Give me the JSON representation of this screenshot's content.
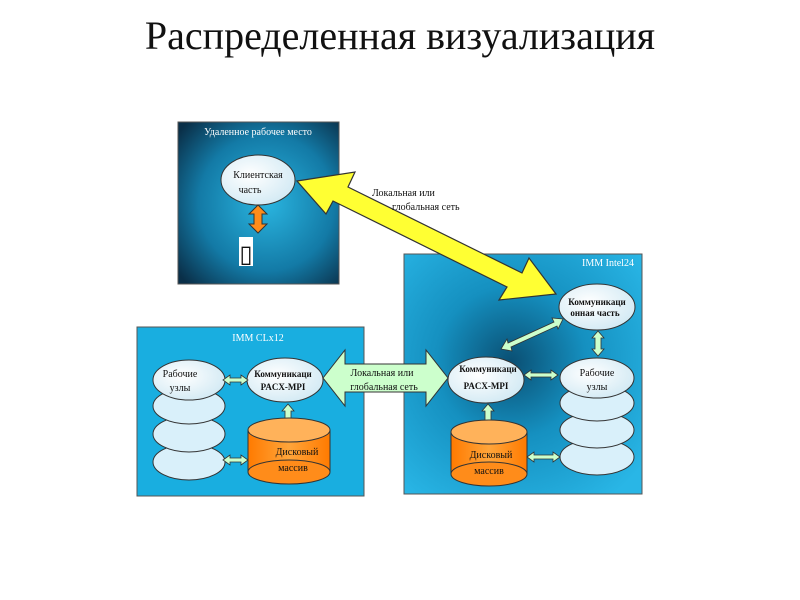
{
  "title": "Распределенная визуализация",
  "remote": {
    "label": "Удаленное рабочее место",
    "client_line1": "Клиентская",
    "client_line2": "часть",
    "monitor_glyph": "▯"
  },
  "network_top": {
    "line1": "Локальная или",
    "line2": "глобальная сеть"
  },
  "network_mid": {
    "line1": "Локальная или",
    "line2": "глобальная сеть"
  },
  "left_cluster": {
    "label": "IMM CLx12",
    "nodes_line1": "Рабочие",
    "nodes_line2": "узлы",
    "comm_line1": "Коммуникаци",
    "comm_line2": "PACX-MPI",
    "disk_line1": "Дисковый",
    "disk_line2": "массив"
  },
  "right_cluster": {
    "label": "IMM Intel24",
    "comm_top_line1": "Коммуникаци",
    "comm_top_line2": "онная часть",
    "comm_line1": "Коммуникаци",
    "comm_line2": "PACX-MPI",
    "nodes_line1": "Рабочие",
    "nodes_line2": "узлы",
    "disk_line1": "Дисковый",
    "disk_line2": "массив"
  },
  "colors": {
    "panel_center": "#1aa0cc",
    "panel_edge": "#0b3c5a",
    "panel_light": "#29b6e6",
    "ellipse_fill": "#eaf6fb",
    "disk_fill": "#ff8c1a",
    "arrow_yellow": "#ffff33",
    "arrow_green": "#ccffcc",
    "border": "#333333"
  }
}
